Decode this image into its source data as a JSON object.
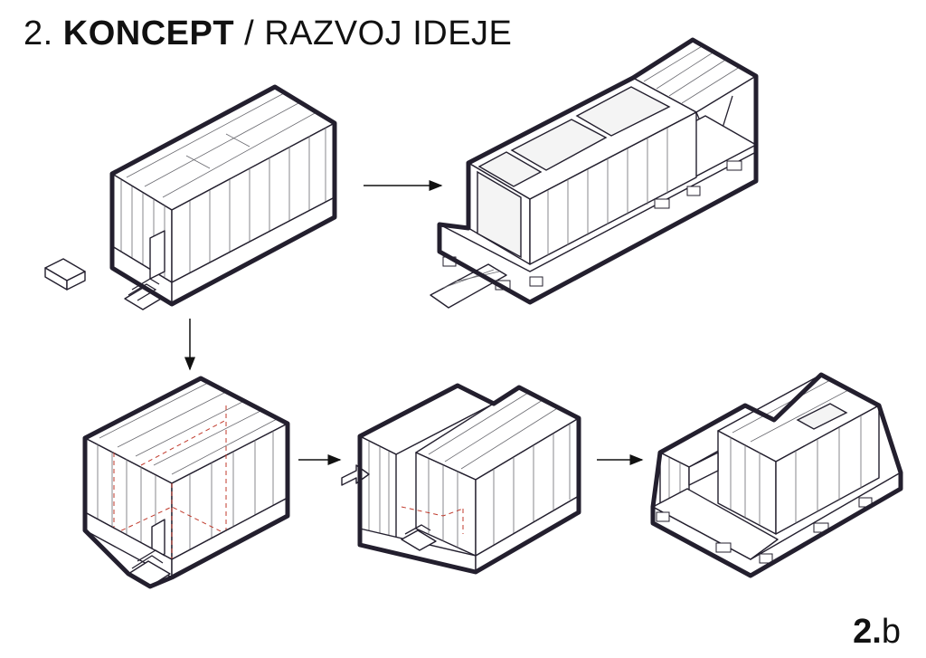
{
  "title": {
    "number": "2.",
    "bold": "KONCEPT",
    "rest": "/ RAZVOJ IDEJE"
  },
  "page_label": {
    "bold": "2.",
    "rest": "b"
  }
}
